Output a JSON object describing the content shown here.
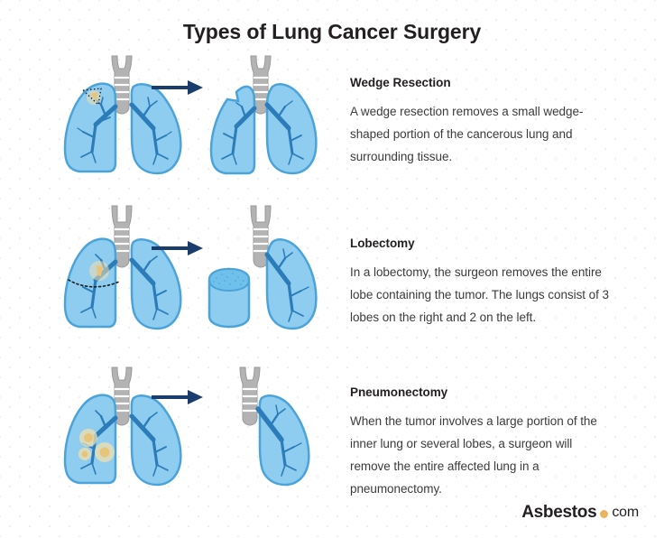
{
  "title": "Types of Lung Cancer Surgery",
  "colors": {
    "lung_fill": "#8ecdf0",
    "lung_fill_light": "#a6d8f2",
    "lung_stroke": "#4aa3d9",
    "bronchi": "#2b7cb8",
    "trachea": "#b3b3b3",
    "trachea_stroke": "#9a9a9a",
    "tumor": "#e8c37a",
    "tumor_glow": "#f2dfae",
    "arrow": "#1b3d6d",
    "title_text": "#231f20",
    "body_text": "#3b3b3d",
    "logo_dot": "#e8b55f",
    "background": "#ffffff"
  },
  "sections": [
    {
      "heading": "Wedge Resection",
      "body": "A wedge resection removes a small wedge-shaped portion of the cancerous lung and surrounding tissue.",
      "before_label": "lungs-with-wedge-tumor",
      "after_label": "lungs-after-wedge-resection"
    },
    {
      "heading": "Lobectomy",
      "body": "In a lobectomy, the surgeon removes the entire lobe containing the tumor. The lungs consist of 3 lobes on the right and 2 on the left.",
      "before_label": "lungs-with-lobe-cut-line",
      "after_label": "lungs-after-lobectomy-with-removed-lobe"
    },
    {
      "heading": "Pneumonectomy",
      "body": "When the tumor involves a large portion of the inner lung or several lobes, a surgeon will remove the entire affected lung in a pneumonectomy.",
      "before_label": "lungs-with-multiple-tumors",
      "after_label": "single-remaining-lung-after-pneumonectomy"
    }
  ],
  "footer": {
    "logo_main": "Asbestos",
    "logo_tld": "com"
  }
}
